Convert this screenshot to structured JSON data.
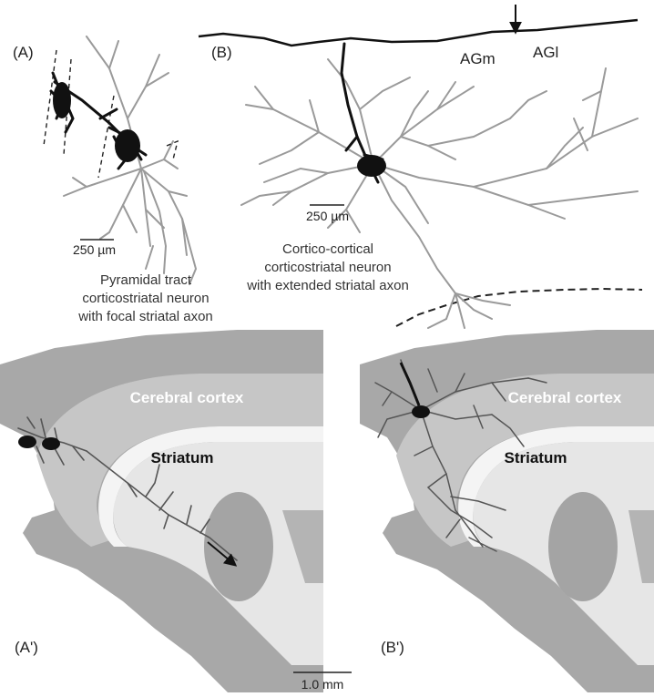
{
  "panels": {
    "a": {
      "label": "(A)",
      "caption": [
        "Pyramidal tract",
        "corticostriatal neuron",
        "with focal striatal axon"
      ],
      "scale": "250 µm"
    },
    "b": {
      "label": "(B)",
      "caption": [
        "Cortico-cortical",
        "corticostriatal neuron",
        "with extended striatal axon"
      ],
      "scale": "250 µm",
      "areas": [
        "AGm",
        "AGl"
      ]
    },
    "a_prime": {
      "label": "(A')",
      "cortex": "Cerebral cortex",
      "striatum": "Striatum"
    },
    "b_prime": {
      "label": "(B')",
      "cortex": "Cerebral cortex",
      "striatum": "Striatum"
    }
  },
  "scale_bar": "1.0 mm",
  "colors": {
    "dendrite_black": "#111111",
    "axon_gray": "#9a9a9a",
    "brain_outer": "#a8a8a8",
    "brain_mid": "#c6c6c6",
    "striatum_fill": "#e6e6e6",
    "white_matter": "#f4f4f4"
  },
  "icons": [
    "arrow-down-icon",
    "arrow-diagonal-icon"
  ]
}
